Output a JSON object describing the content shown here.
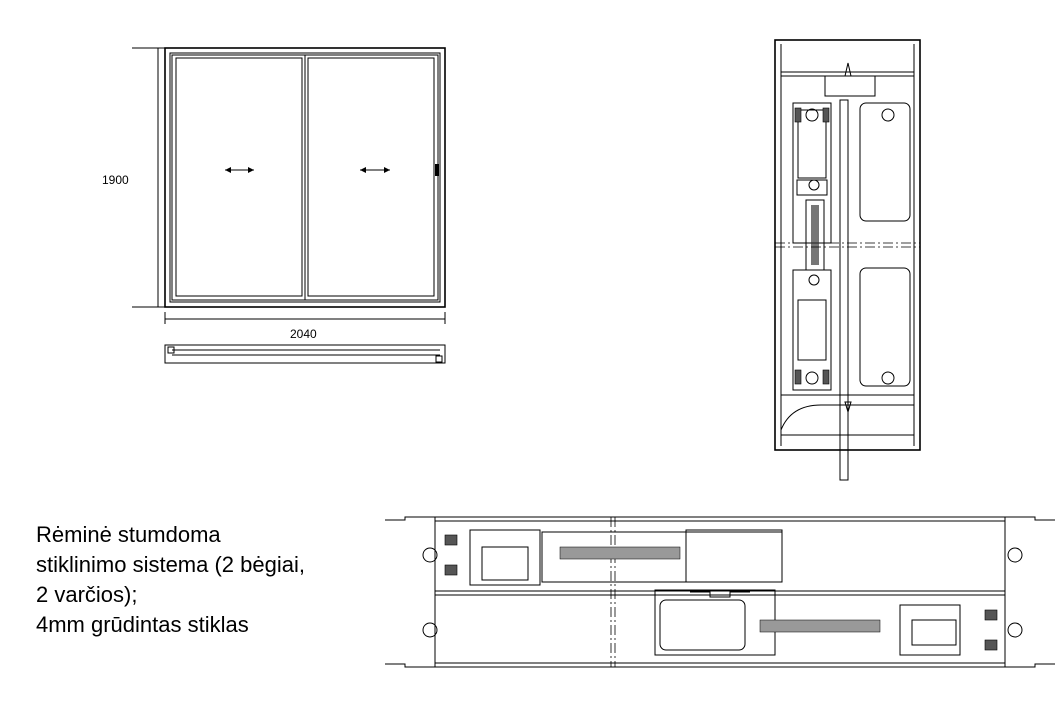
{
  "elevation": {
    "height_label": "1900",
    "width_label": "2040"
  },
  "description": {
    "lines": [
      "Rėminė stumdoma",
      "stiklinimo sistema (2 bėgiai,",
      "2 varčios);",
      "4mm grūdintas stiklas"
    ]
  }
}
